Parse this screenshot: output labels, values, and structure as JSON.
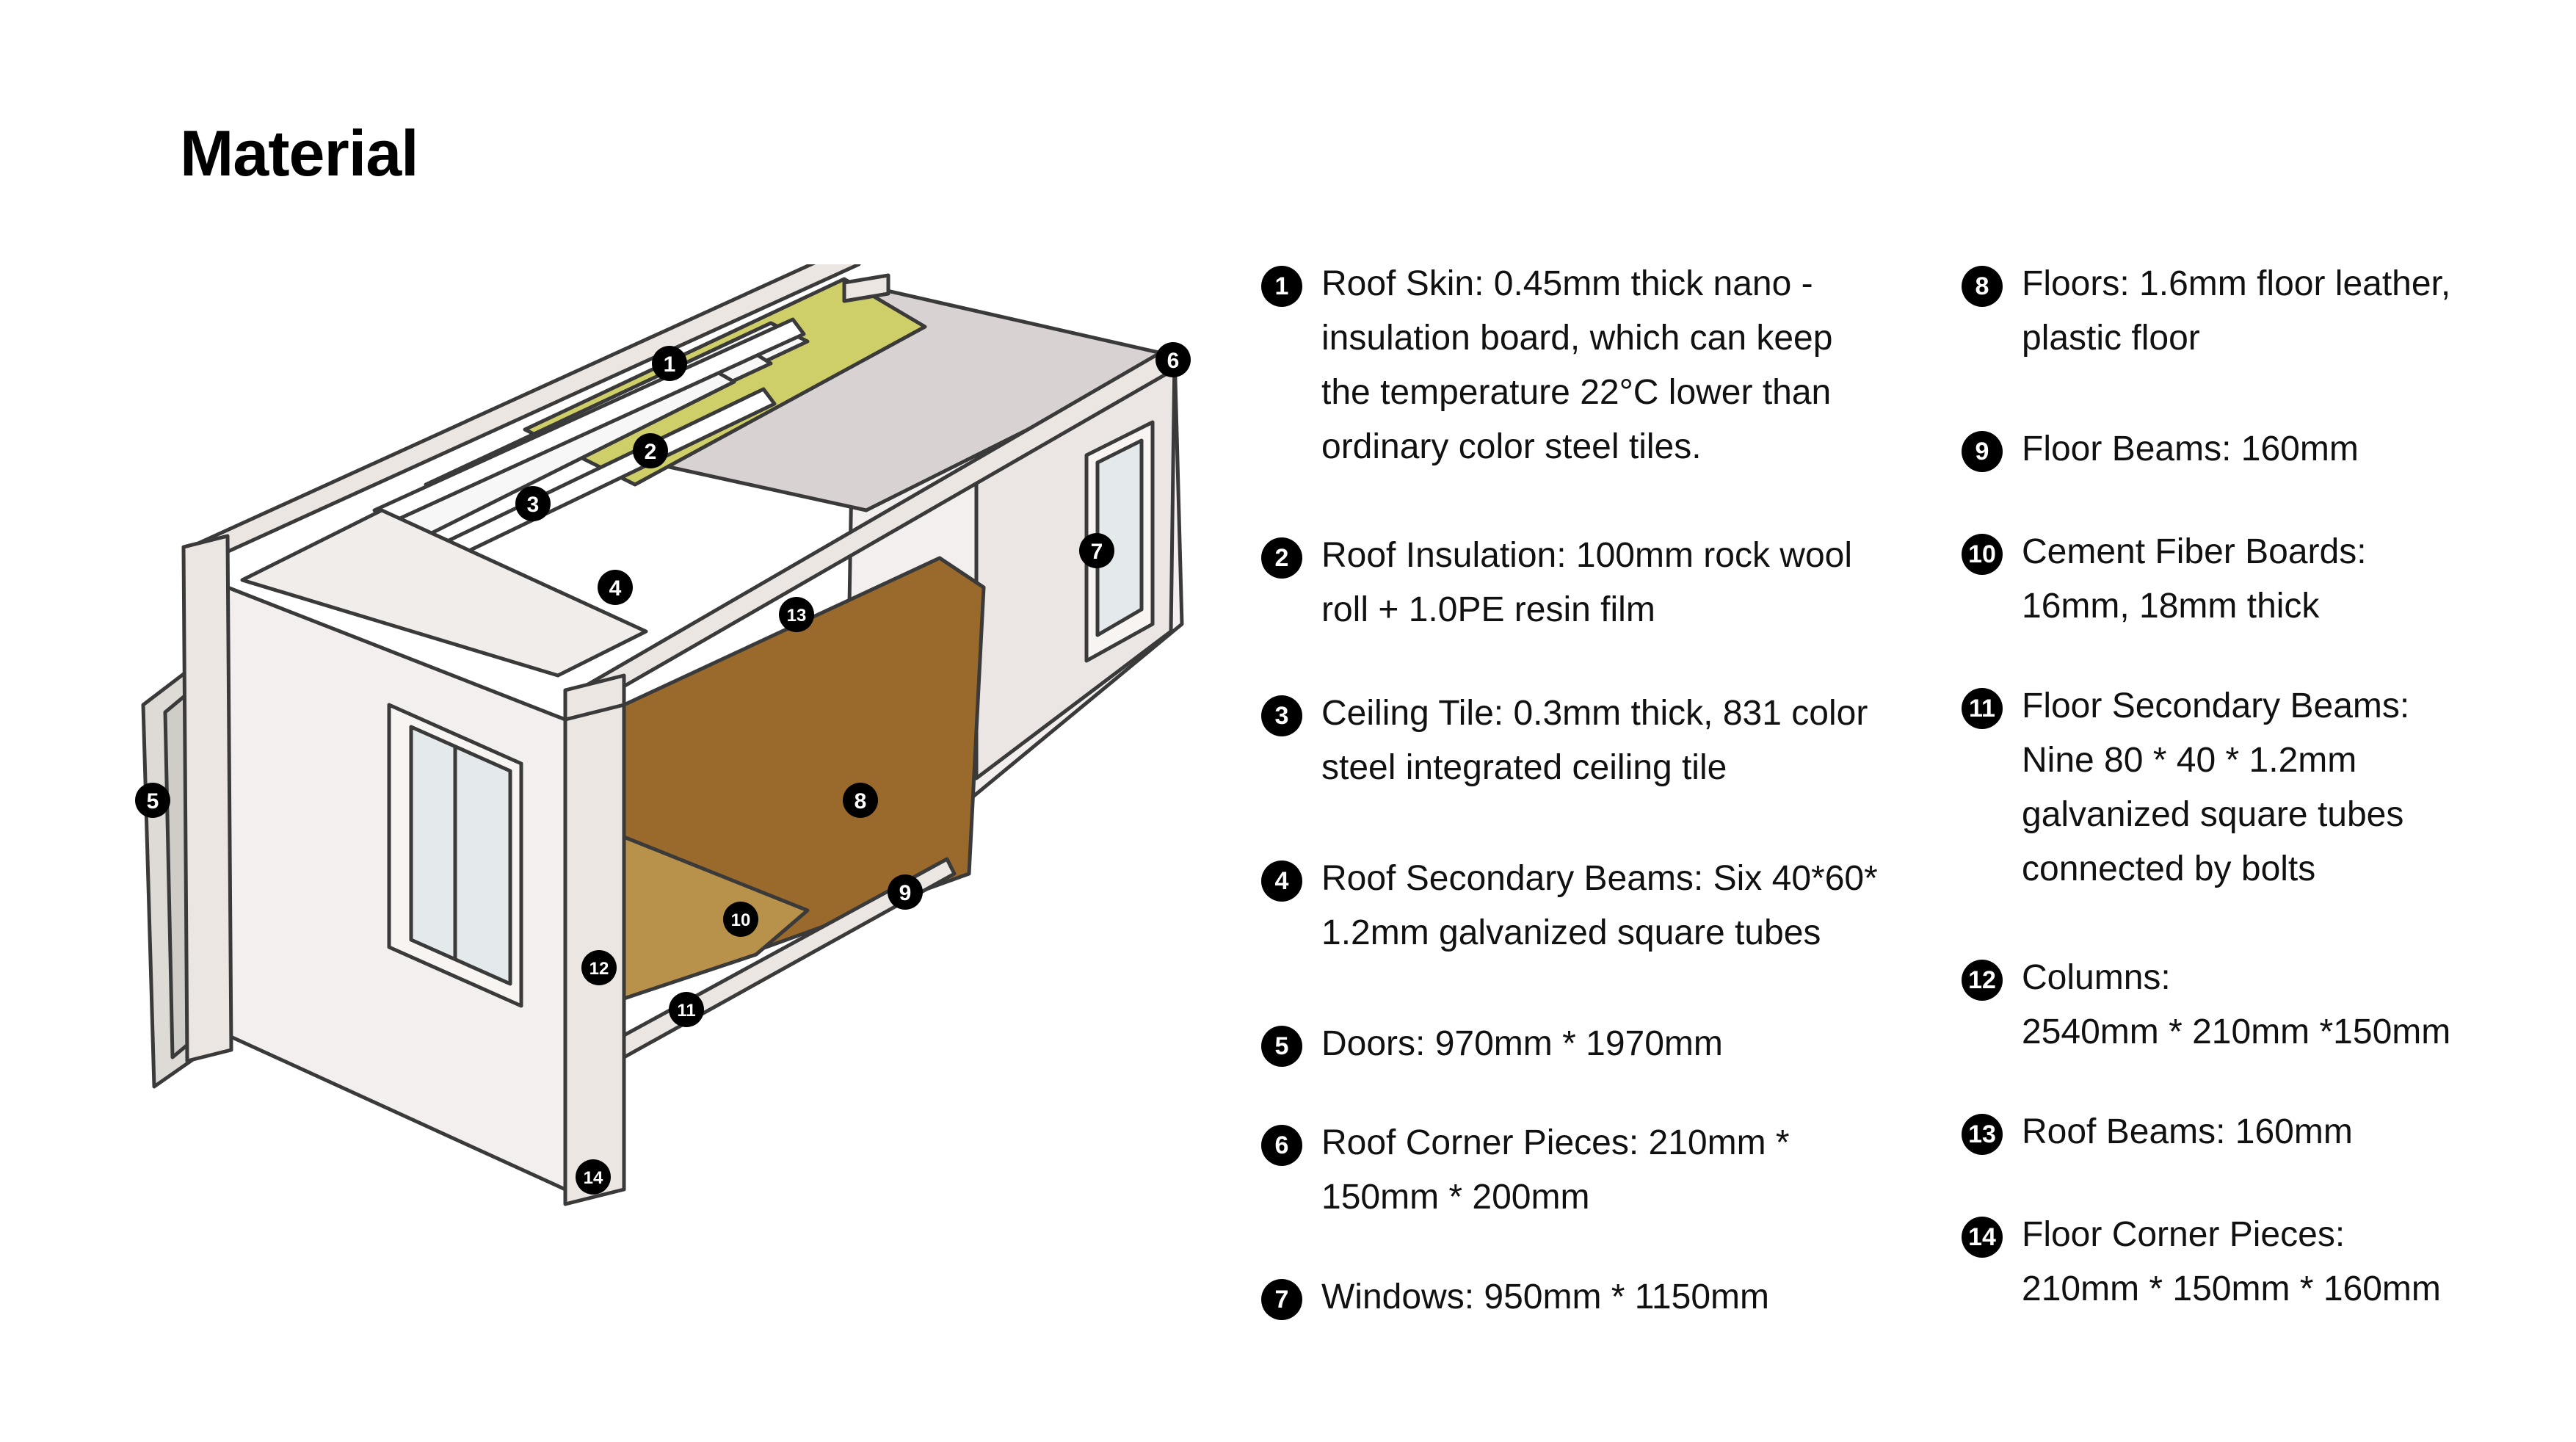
{
  "title": "Material",
  "items": [
    {
      "num": "1",
      "text": "Roof Skin: 0.45mm thick nano -\ninsulation board, which can keep\nthe temperature 22°C lower than\nordinary color steel tiles."
    },
    {
      "num": "2",
      "text": "Roof Insulation: 100mm rock wool\nroll + 1.0PE resin film"
    },
    {
      "num": "3",
      "text": "Ceiling Tile: 0.3mm thick, 831 color\nsteel integrated ceiling tile"
    },
    {
      "num": "4",
      "text": "Roof Secondary Beams: Six 40*60*\n1.2mm galvanized square tubes"
    },
    {
      "num": "5",
      "text": "Doors: 970mm * 1970mm"
    },
    {
      "num": "6",
      "text": "Roof Corner Pieces: 210mm *\n150mm * 200mm"
    },
    {
      "num": "7",
      "text": "Windows: 950mm * 1150mm"
    },
    {
      "num": "8",
      "text": "Floors: 1.6mm floor leather,\nplastic floor"
    },
    {
      "num": "9",
      "text": "Floor Beams: 160mm"
    },
    {
      "num": "10",
      "text": "Cement Fiber Boards:\n16mm, 18mm thick"
    },
    {
      "num": "11",
      "text": "Floor Secondary Beams:\nNine 80 * 40 * 1.2mm\ngalvanized square tubes\nconnected by bolts"
    },
    {
      "num": "12",
      "text": "Columns:\n2540mm * 210mm *150mm"
    },
    {
      "num": "13",
      "text": "Roof Beams: 160mm"
    },
    {
      "num": "14",
      "text": "Floor Corner Pieces:\n210mm * 150mm * 160mm"
    }
  ],
  "colors": {
    "frame": "#ece6e3",
    "frame_stroke": "#3a3a3a",
    "wall": "#f3efee",
    "roof_panel": "#d8d2d2",
    "insulation": "#cfcf6a",
    "floor_wood": "#9a6a2c",
    "fiber_board": "#b8914a",
    "badge": "#000000"
  }
}
